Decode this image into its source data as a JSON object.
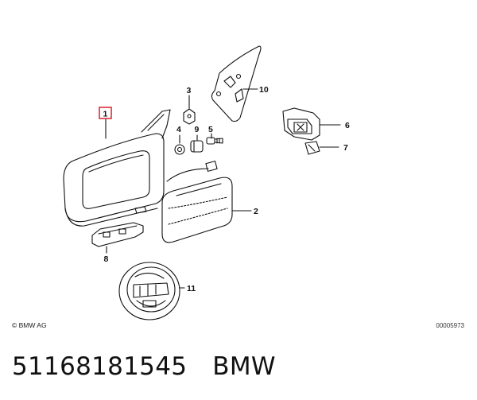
{
  "diagram": {
    "callouts": [
      "1",
      "2",
      "3",
      "4",
      "5",
      "6",
      "7",
      "8",
      "9",
      "10",
      "11"
    ],
    "highlight_color": "#d9232d",
    "line_color": "#111111"
  },
  "copyright": "© BMW AG",
  "catalog_id": "00005973",
  "part_number": "51168181545",
  "brand": "BMW"
}
